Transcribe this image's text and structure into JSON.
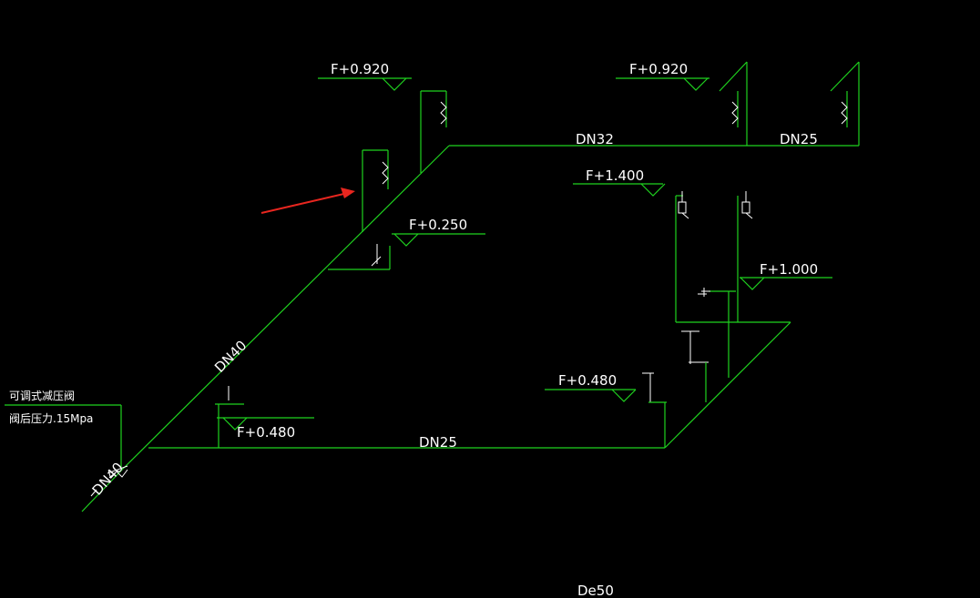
{
  "labels": {
    "elev_top_left": "F+0.920",
    "elev_top_right": "F+0.920",
    "pipe_dn32": "DN32",
    "pipe_dn25_top": "DN25",
    "elev_1400": "F+1.400",
    "elev_0250": "F+0.250",
    "elev_1000": "F+1.000",
    "pipe_dn40_diag": "DN40",
    "valve_name": "可调式减压阀",
    "valve_pressure": "阀后压力.15Mpa",
    "elev_0480_left": "F+0.480",
    "elev_0480_right": "F+0.480",
    "pipe_dn25_bottom": "DN25",
    "pipe_dn40_inlet": "DN40",
    "pipe_de50": "De50"
  },
  "colors": {
    "background": "#000000",
    "pipe": "#1fd21f",
    "text": "#ffffff",
    "arrow": "#e8261f"
  }
}
